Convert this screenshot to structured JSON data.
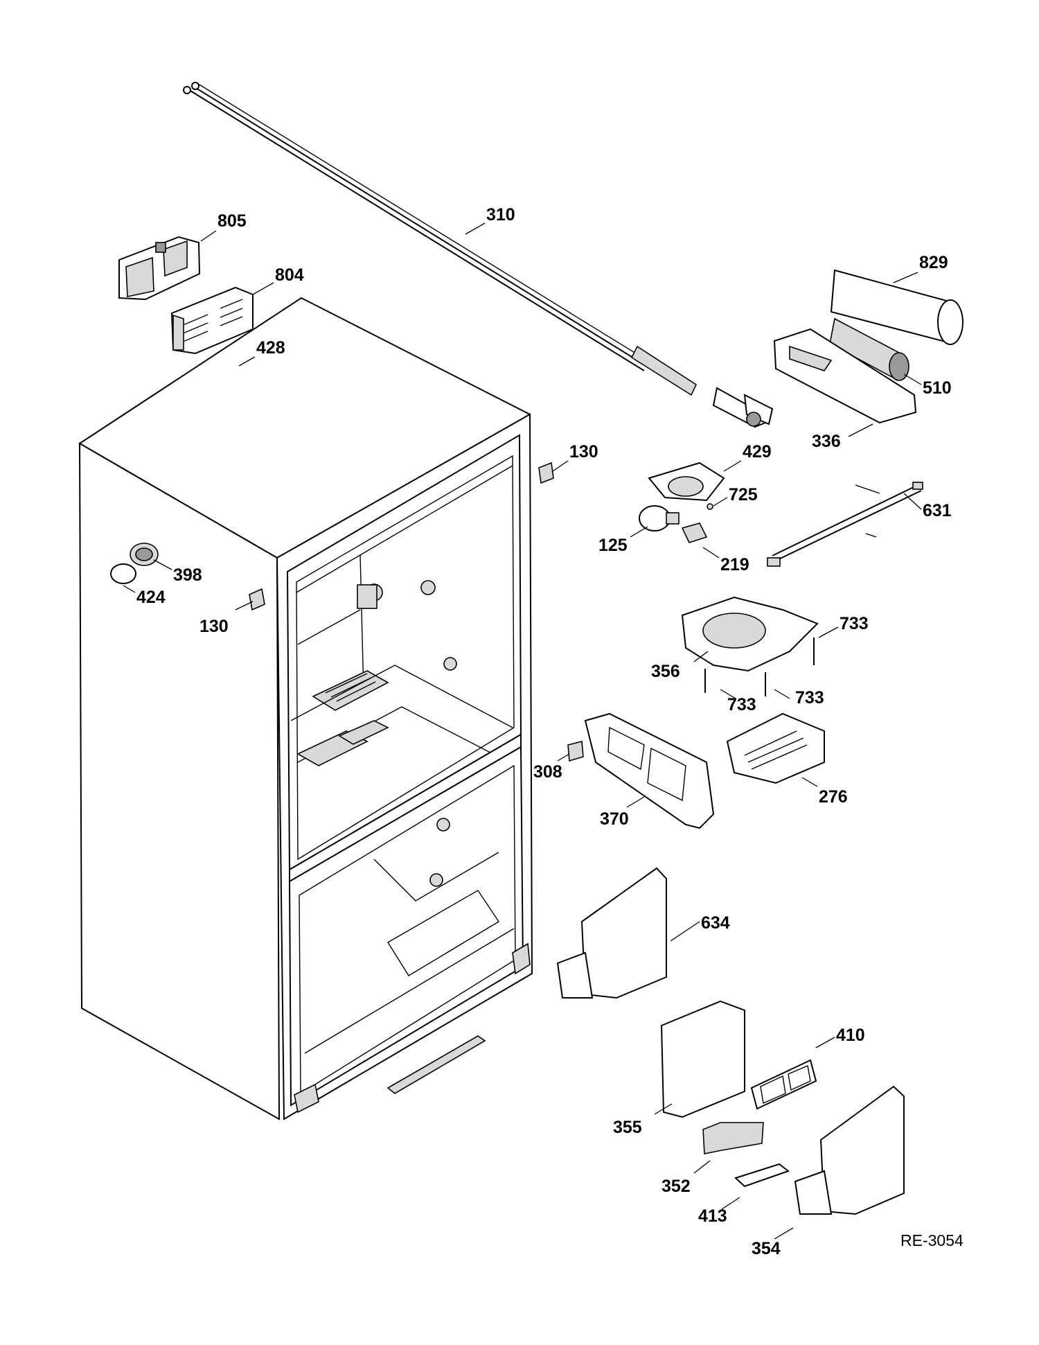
{
  "parts": [
    {
      "id": "p310",
      "label": "310"
    },
    {
      "id": "p805",
      "label": "805"
    },
    {
      "id": "p804",
      "label": "804"
    },
    {
      "id": "p428",
      "label": "428"
    },
    {
      "id": "p829",
      "label": "829"
    },
    {
      "id": "p510",
      "label": "510"
    },
    {
      "id": "p336",
      "label": "336"
    },
    {
      "id": "p130a",
      "label": "130"
    },
    {
      "id": "p429",
      "label": "429"
    },
    {
      "id": "p725",
      "label": "725"
    },
    {
      "id": "p631",
      "label": "631"
    },
    {
      "id": "p125",
      "label": "125"
    },
    {
      "id": "p219",
      "label": "219"
    },
    {
      "id": "p398",
      "label": "398"
    },
    {
      "id": "p424",
      "label": "424"
    },
    {
      "id": "p130b",
      "label": "130"
    },
    {
      "id": "p733a",
      "label": "733"
    },
    {
      "id": "p356",
      "label": "356"
    },
    {
      "id": "p733b",
      "label": "733"
    },
    {
      "id": "p733c",
      "label": "733"
    },
    {
      "id": "p308",
      "label": "308"
    },
    {
      "id": "p276",
      "label": "276"
    },
    {
      "id": "p370",
      "label": "370"
    },
    {
      "id": "p634",
      "label": "634"
    },
    {
      "id": "p410",
      "label": "410"
    },
    {
      "id": "p355",
      "label": "355"
    },
    {
      "id": "p352",
      "label": "352"
    },
    {
      "id": "p413",
      "label": "413"
    },
    {
      "id": "p354",
      "label": "354"
    }
  ],
  "drawing_id": "RE-3054"
}
